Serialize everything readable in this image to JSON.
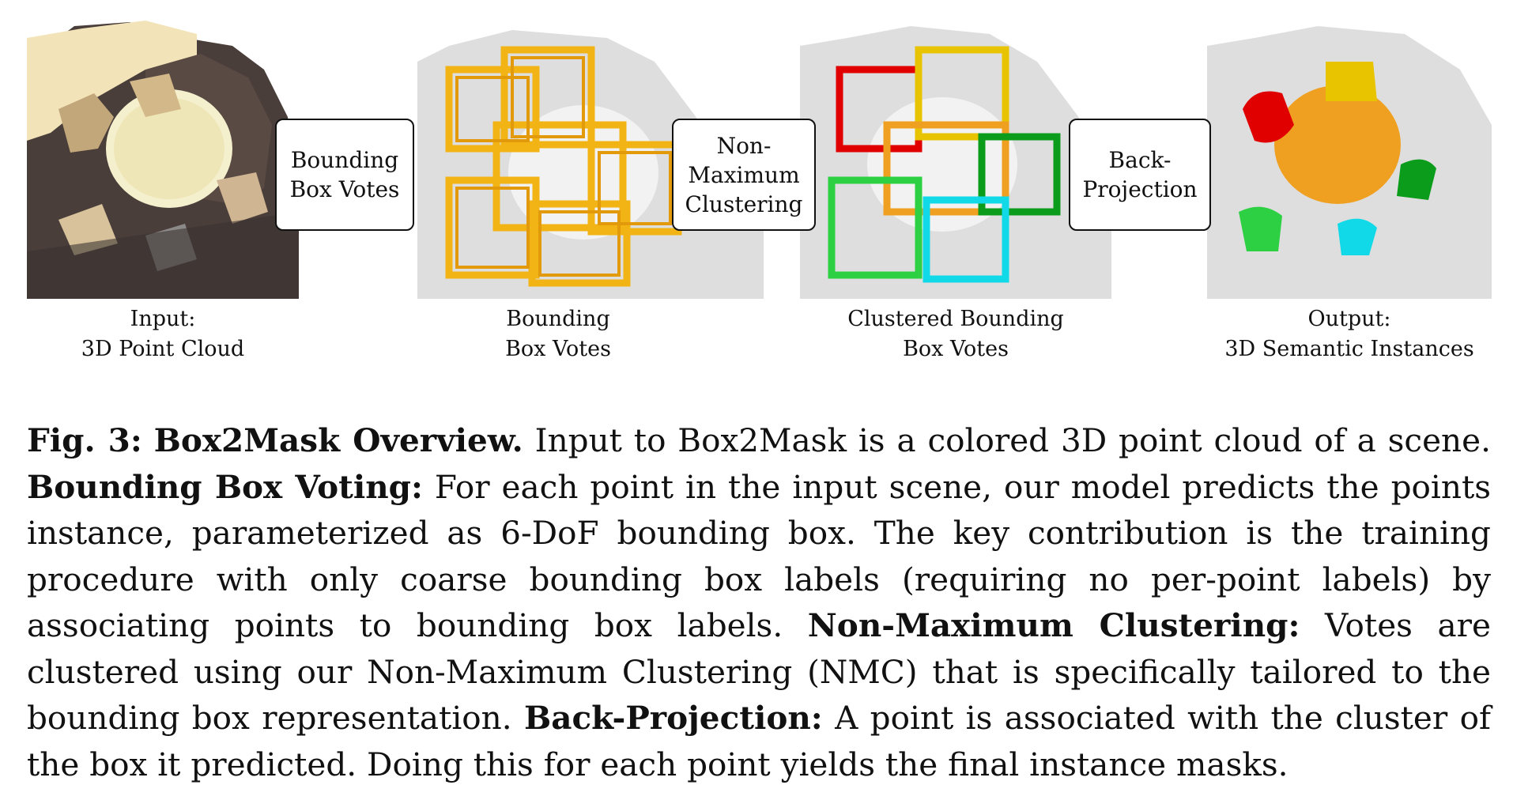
{
  "figure": {
    "panels": [
      {
        "caption_line1": "Input:",
        "caption_line2": "3D Point Cloud"
      },
      {
        "caption_line1": "Bounding",
        "caption_line2": "Box Votes"
      },
      {
        "caption_line1": "Clustered Bounding",
        "caption_line2": "Box Votes"
      },
      {
        "caption_line1": "Output:",
        "caption_line2": "3D Semantic Instances"
      }
    ],
    "steps": [
      {
        "label": "Bounding\nBox Votes"
      },
      {
        "label": "Non-\nMaximum\nClustering"
      },
      {
        "label": "Back-\nProjection"
      }
    ],
    "instance_colors": {
      "red": "#e00000",
      "yellow": "#e8c400",
      "orange": "#f0a020",
      "green": "#0a9c1a",
      "light_green": "#2ed043",
      "cyan": "#12d9e8",
      "vote_yellow": "#f2b414"
    }
  },
  "caption": {
    "fig_label": "Fig. 3:",
    "title": "Box2Mask Overview.",
    "t1": " Input to Box2Mask is a colored 3D point cloud of a scene. ",
    "h2": "Bounding Box Voting:",
    "t2": " For each point in the input scene, our model predicts the points instance, parameterized as 6-DoF bounding box. The key contribution is the training procedure with only coarse bounding box labels (requiring no per-point labels) by associating points to bounding box labels. ",
    "h3": "Non-Maximum Clustering:",
    "t3": " Votes are clustered using our Non-Maximum Clustering (NMC) that is specifically tailored to the bounding box representation. ",
    "h4": "Back-Projection:",
    "t4": " A point is associated with the cluster of the box it predicted. Doing this for each point yields the final instance masks."
  }
}
